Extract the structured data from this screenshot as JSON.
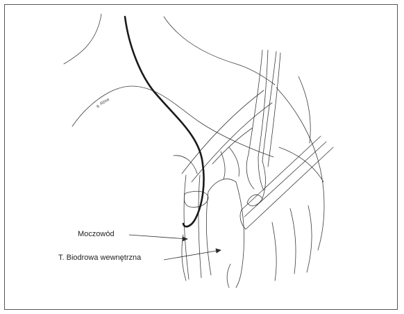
{
  "figure": {
    "labels": {
      "ureter": "Moczowód",
      "internal_iliac_artery": "T. Biodrowa wewnętrzna",
      "small_annotation": "ą. Rżna"
    },
    "colors": {
      "outline": "#2b2b2b",
      "thin_line": "#3a3a3a",
      "dark_catheter": "#1a1a1a",
      "frame": "#555555",
      "background": "#ffffff"
    }
  }
}
